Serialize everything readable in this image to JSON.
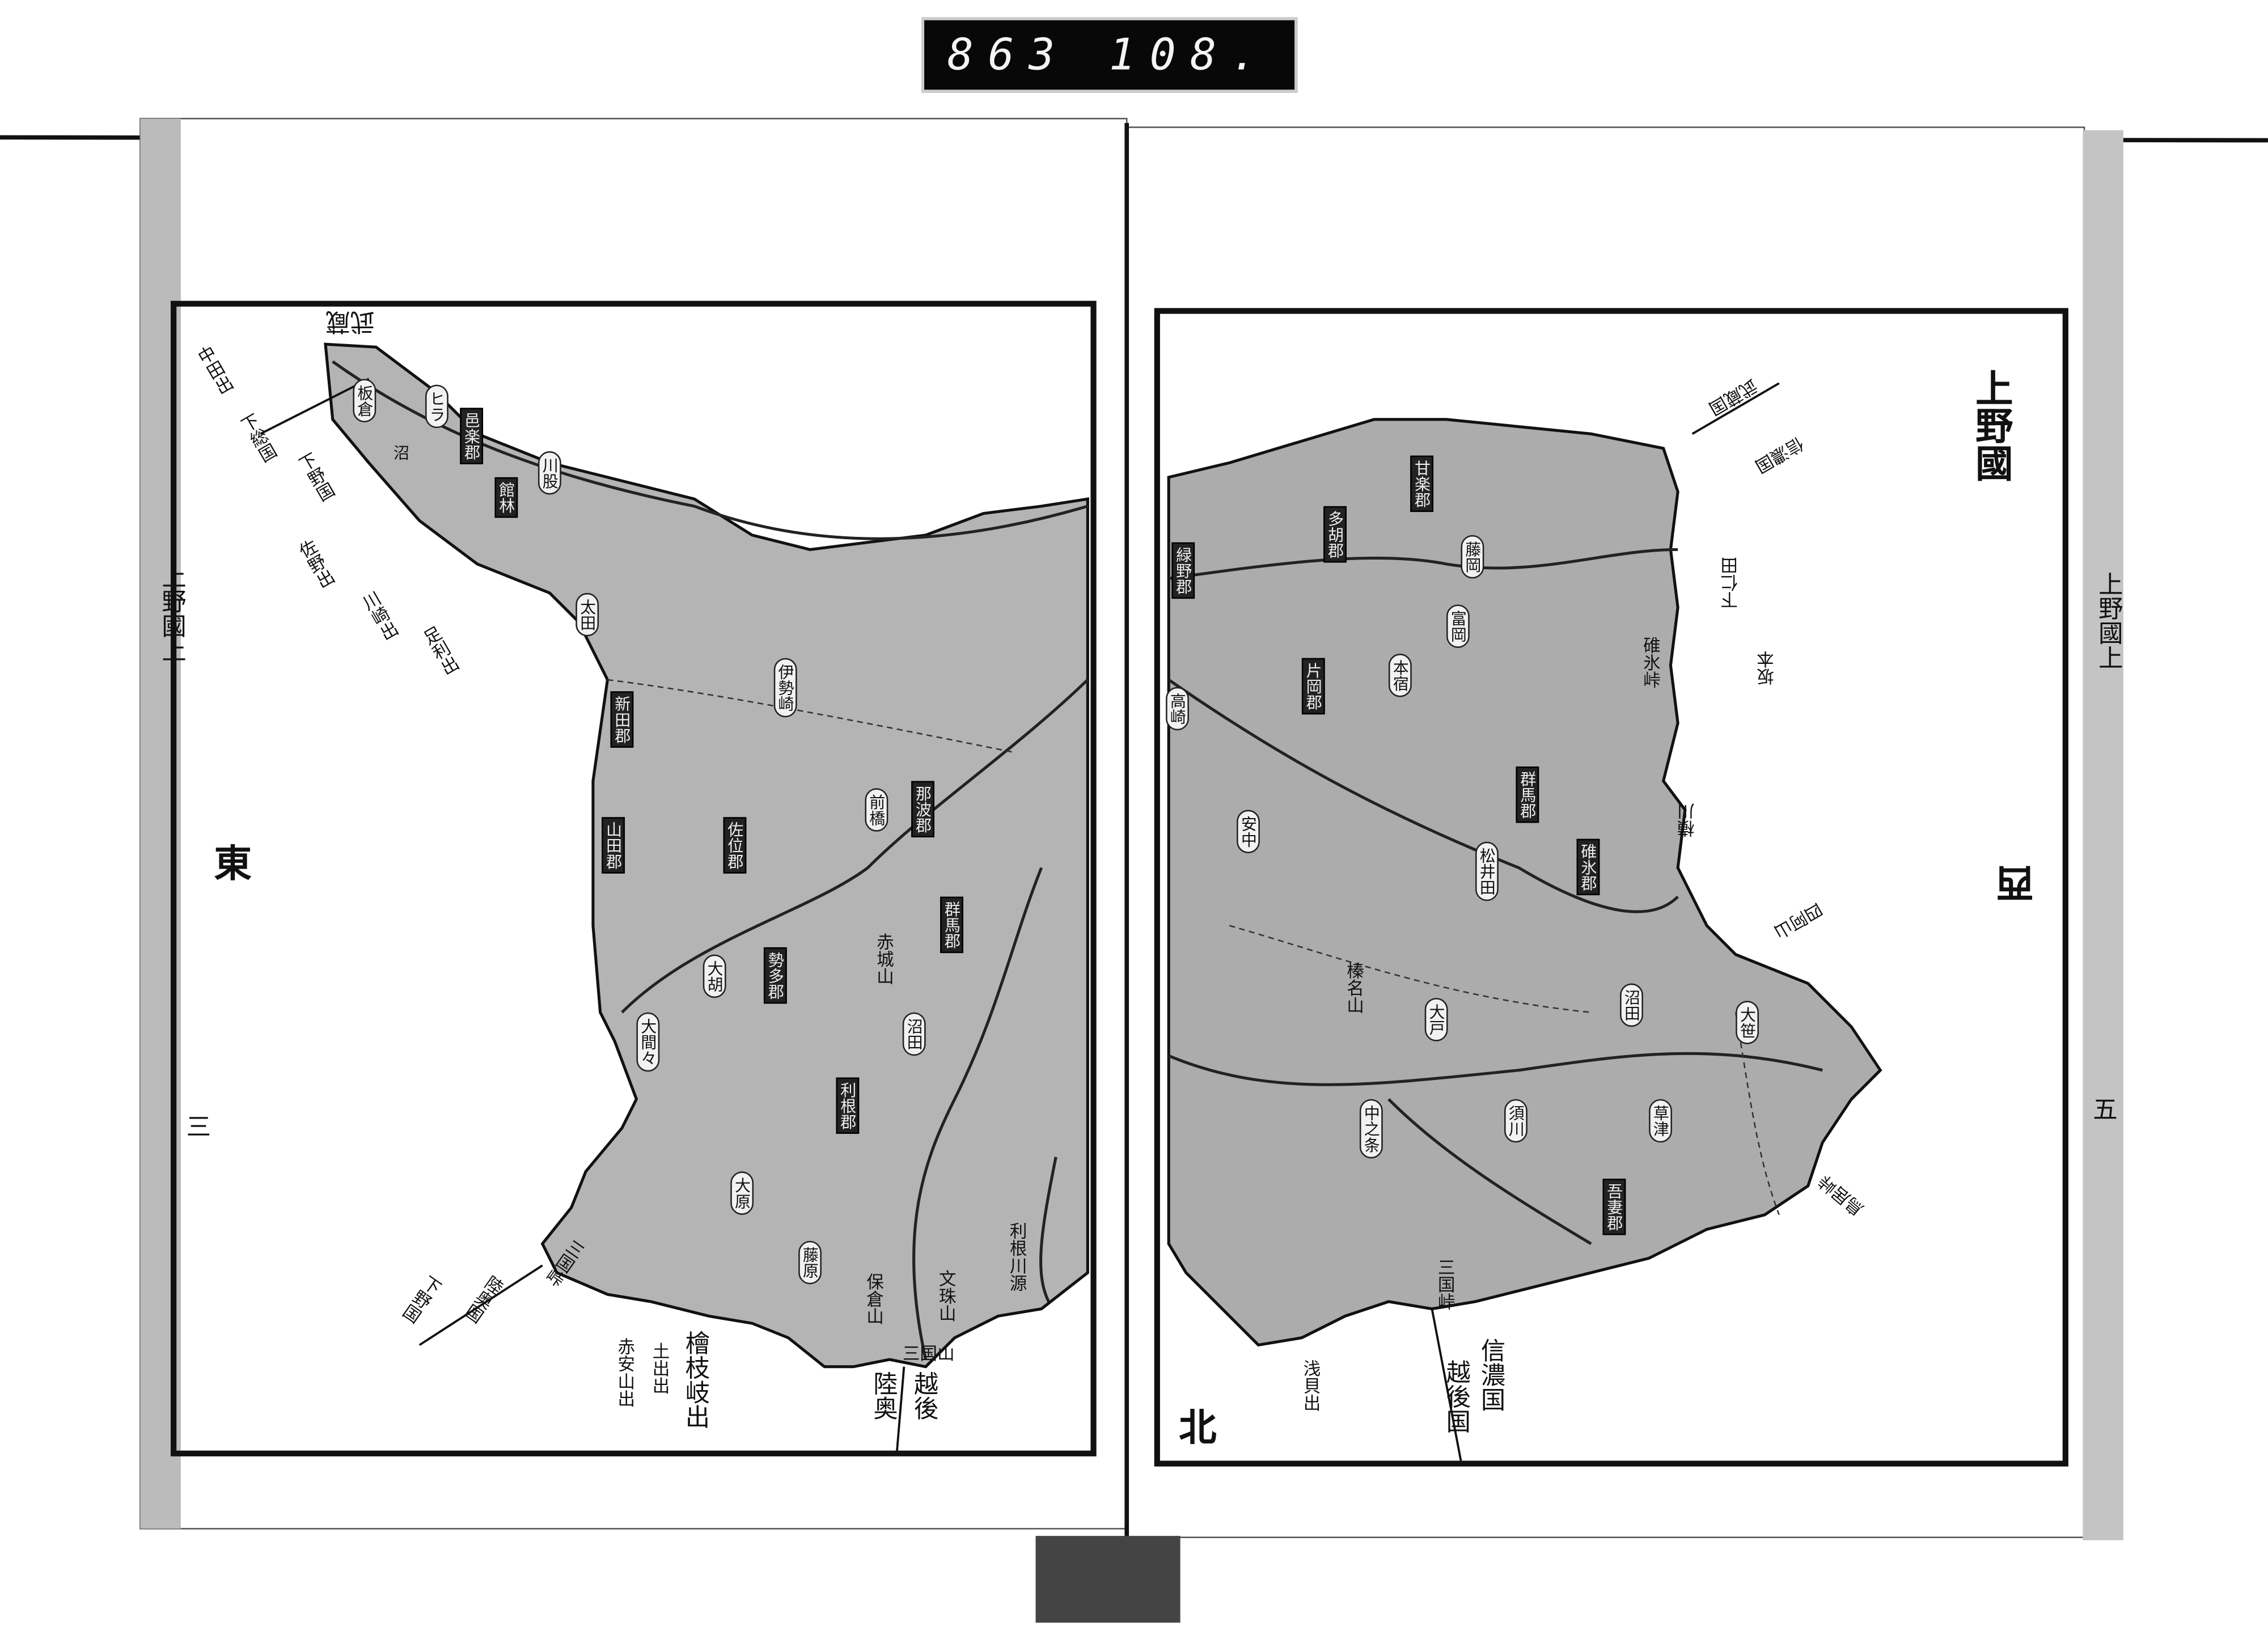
{
  "counter": {
    "left": "863",
    "right": "108."
  },
  "left_page": {
    "margin_title": "上野國上",
    "direction": "東",
    "page_number": "三",
    "borders": {
      "top": "武蔵",
      "top_left_1": "下総国",
      "top_left_2": "下野国",
      "bottom_left_1": "下野国",
      "bottom_left_2": "陸奥国",
      "bottom_right_1": "越後",
      "bottom_right_2": "陸奥"
    },
    "districts": [
      "邑楽郡",
      "館林",
      "新田郡",
      "山田郡",
      "佐位郡",
      "那波郡",
      "群馬郡",
      "勢多郡",
      "利根郡"
    ],
    "places": [
      "板倉",
      "ヒラ",
      "沼",
      "川股",
      "大胡",
      "赤城山",
      "大原",
      "藤原",
      "大間々",
      "太田",
      "伊勢崎",
      "前橋",
      "沼田"
    ],
    "annotations": [
      "中田出",
      "佐野出",
      "足利出",
      "川崎出",
      "三国峠",
      "檜枝岐出",
      "土出出",
      "赤安山出",
      "保倉山",
      "文珠山",
      "三国山",
      "利根川源"
    ]
  },
  "right_page": {
    "title": "上野國",
    "direction_west": "西",
    "direction_north": "北",
    "margin_title": "上野國上",
    "page_number": "五",
    "borders": {
      "top_1": "武蔵国",
      "top_2": "信濃国",
      "bottom_1": "信濃国",
      "bottom_2": "越後国",
      "bottom_pass": "三国峠"
    },
    "districts": [
      "甘楽郡",
      "多胡郡",
      "緑野郡",
      "片岡郡",
      "群馬郡",
      "碓氷郡",
      "吾妻郡"
    ],
    "places": [
      "高崎",
      "藤岡",
      "富岡",
      "本宿",
      "安中",
      "松井田",
      "榛名山",
      "大戸",
      "中之条",
      "草津",
      "須川",
      "沼田",
      "大笹"
    ],
    "annotations": [
      "浅貝出",
      "下仁田",
      "坂本",
      "横川",
      "碓氷峠",
      "四阿山",
      "鳥居峠"
    ]
  }
}
